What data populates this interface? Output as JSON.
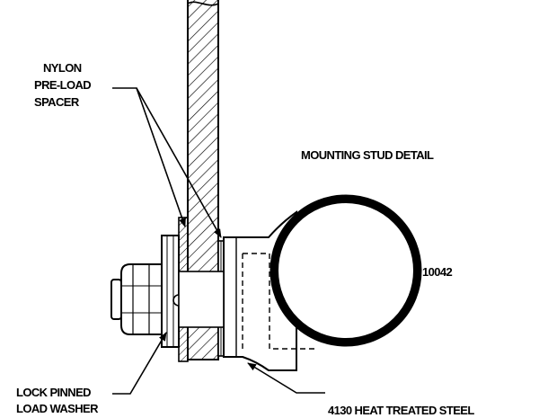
{
  "labels": {
    "title": "MOUNTING STUD DETAIL",
    "spacer_line1": "NYLON",
    "spacer_line2": "PRE-LOAD",
    "spacer_line3": "SPACER",
    "washer_line1": "LOCK PINNED",
    "washer_line2": "LOAD WASHER",
    "steel": "4130 HEAT TREATED STEEL",
    "part_number": "10042"
  },
  "colors": {
    "ink": "#000000",
    "paper": "#ffffff"
  }
}
